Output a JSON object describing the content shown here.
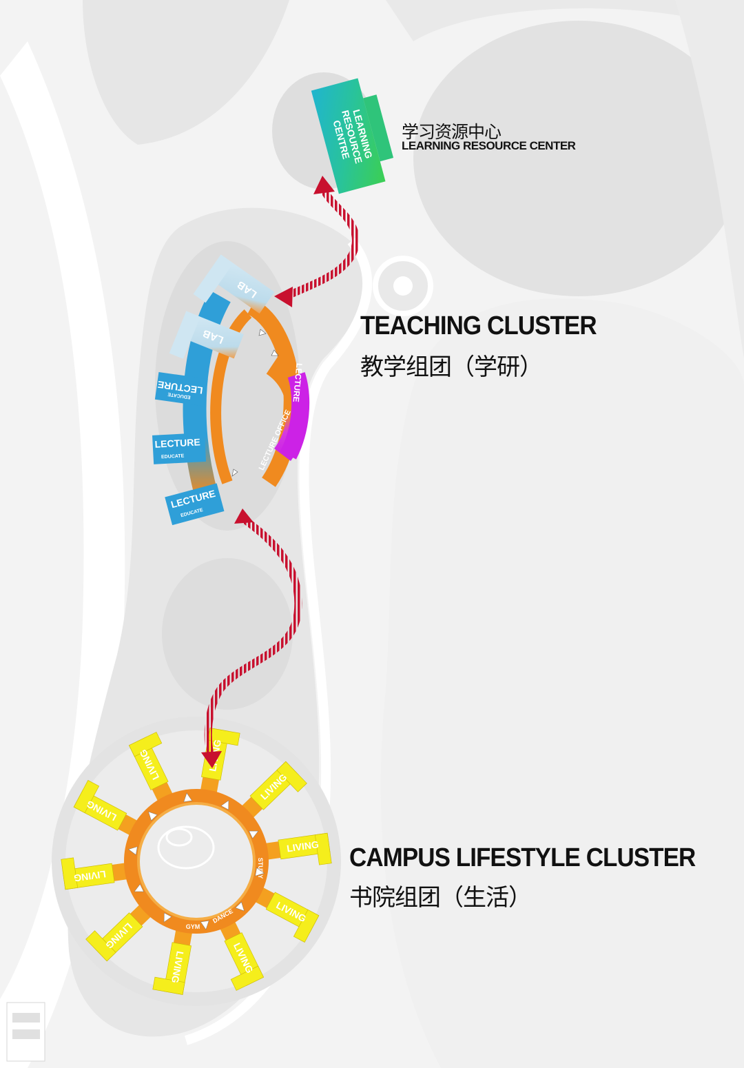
{
  "learning_resource": {
    "zh": "学习资源中心",
    "en": "LEARNING RESOURCE CENTER",
    "building_lines": [
      "LEARNING",
      "RESOURCE",
      "CENTRE"
    ]
  },
  "teaching": {
    "en": "TEACHING CLUSTER",
    "zh": "教学组团（学研）",
    "lab_labels": [
      "LAB",
      "LAB"
    ],
    "lecture_labels": [
      "LECTURE",
      "LECTURE",
      "LECTURE"
    ],
    "educate_labels": [
      "EDUCATE",
      "EDUCATE",
      "EDUCATE"
    ],
    "inner_lecture": "LECTURE",
    "inner_lecture_office": "LECTURE OFFICE"
  },
  "lifestyle": {
    "en": "CAMPUS LIFESTYLE CLUSTER",
    "zh": "书院组团（生活）",
    "living_label": "LIVING",
    "living_count": 10,
    "ring_labels": [
      "DANCE",
      "GYM",
      "STUDY"
    ]
  },
  "colors": {
    "arrow": "#c8102e",
    "lab": "#cfe6f2",
    "lecture": "#2f9fd8",
    "lecture_office": "#d024e0",
    "ring_orange": "#f08a1f",
    "living": "#f5ee1c",
    "learning_green": "#2fc47a",
    "learning_teal": "#22b8c9"
  }
}
